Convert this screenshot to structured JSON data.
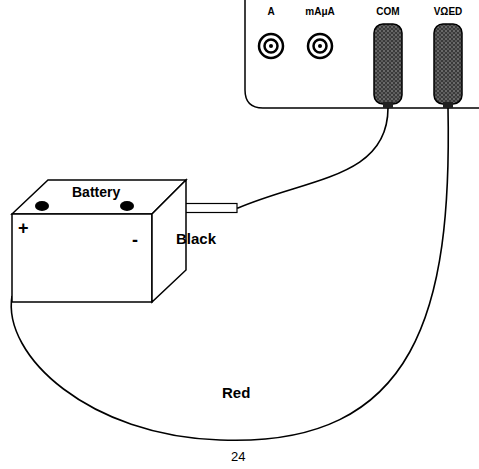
{
  "diagram": {
    "nodes": [
      {
        "text": [
          "A"
        ]
      },
      {
        "text": [
          "mAμA"
        ]
      },
      {
        "text": [
          "COM"
        ]
      },
      {
        "text": [
          "VΩED"
        ]
      },
      {
        "text": [
          "Battery",
          "+",
          "-"
        ]
      }
    ],
    "edges": [
      {
        "from": 2,
        "to": 4,
        "arrow": "none",
        "label": "Black"
      },
      {
        "from": 3,
        "to": 4,
        "arrow": "none",
        "label": "Red"
      }
    ],
    "labels": [
      "24"
    ]
  }
}
